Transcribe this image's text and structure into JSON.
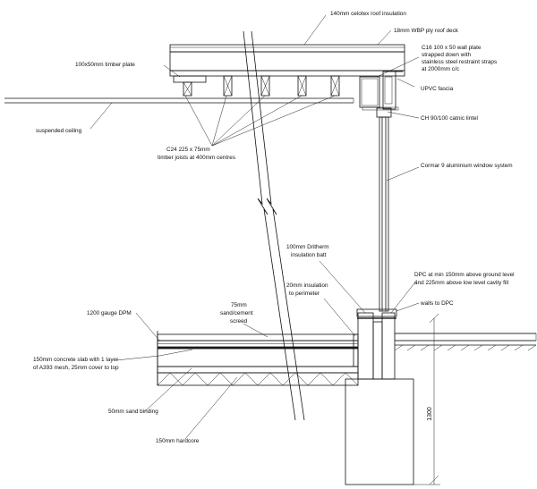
{
  "labels": {
    "roof_insulation": "140mm celotex roof insulation",
    "roof_deck": "18mm WBP ply roof deck",
    "wall_plate_1": "C16 100 x 50 wall plate",
    "wall_plate_2": "strapped down with",
    "wall_plate_3": "stainless steel restraint straps",
    "wall_plate_4": "at 2000mm c/c",
    "timber_plate": "100x50mm timber plate",
    "upvc_fascia": "UPVC fascia",
    "catnic_lintel": "CH 90/100 catnic lintel",
    "suspended_ceiling": "suspended ceiling",
    "joists_1": "C24 225 x 75mm",
    "joists_2": "timber joists at 400mm centres",
    "window_system": "Cormar 9 aluminium window system",
    "dritherm_1": "100mm Dritherm",
    "dritherm_2": "insulation batt",
    "dpc_1": "DPC at min 150mm above ground level",
    "dpc_2": "and 225mm above low level cavity fill",
    "perimeter_1": "20mm insulation",
    "perimeter_2": "to perimeter",
    "walls_dpc": "walls to DPC",
    "screed_1": "75mm",
    "screed_2": "sand/cement",
    "screed_3": "screed",
    "dpm": "1200 gauge DPM",
    "slab_1": "150mm concrete slab with 1 layer",
    "slab_2": "of A393 mesh, 25mm cover to top",
    "sand_binding": "50mm sand binding",
    "hardcore": "150mm hardcore",
    "foundation_depth": "1300"
  }
}
